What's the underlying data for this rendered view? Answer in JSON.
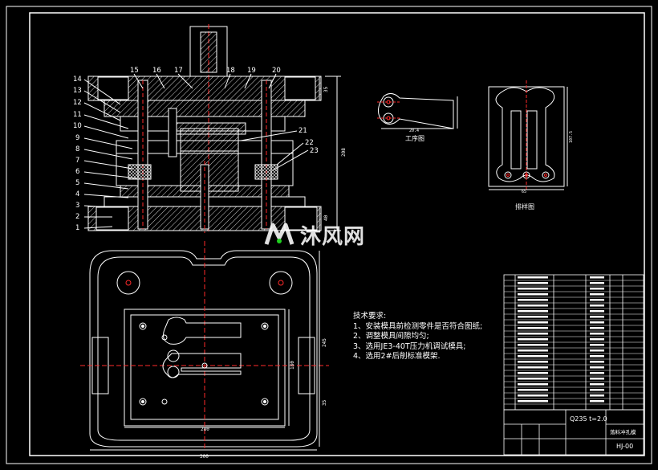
{
  "colors": {
    "background": "#000000",
    "line": "#ffffff",
    "accent_red": "#ff2a2a",
    "accent_green": "#20d020"
  },
  "part_numbers": {
    "left": [
      "14",
      "13",
      "12",
      "11",
      "10",
      "9",
      "8",
      "7",
      "6",
      "5",
      "4",
      "3",
      "2",
      "1"
    ],
    "top": [
      "15",
      "16",
      "17",
      "18",
      "19",
      "20"
    ],
    "right": [
      "21",
      "22",
      "23"
    ]
  },
  "dimensions": {
    "height_main": "208",
    "height_top": "35",
    "height_bottom": "40",
    "plan_height": "245",
    "plan_inner": "180",
    "plan_lower": "35",
    "width_inner": "280",
    "width_outer": "300",
    "part_width": "20.4",
    "strip_height": "107.5",
    "strip_width": "65"
  },
  "labels": {
    "workpiece_caption": "工序图",
    "layout_caption": "排样图"
  },
  "technical_requirements": {
    "title": "技术要求:",
    "items": [
      "1、安装模具前检测零件是否符合图纸;",
      "2、调整模具间隙均匀;",
      "3、选用JE3-40T压力机调试模具;",
      "4、选用2#后削标准模架."
    ]
  },
  "title_block": {
    "material": "Q235 t=2.0",
    "part_name": "落料冲孔模",
    "drawing_number": "HJ-00"
  },
  "watermark": {
    "text": "沐风网"
  }
}
